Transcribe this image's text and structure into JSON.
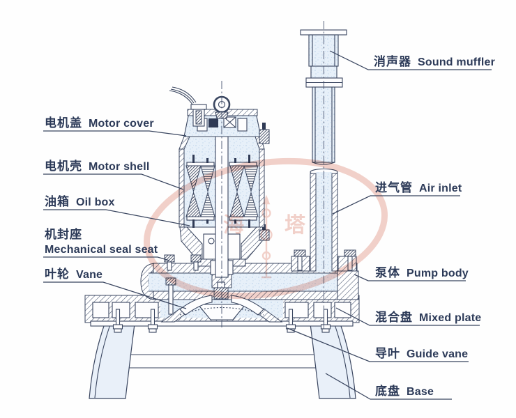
{
  "diagram": {
    "type": "pump-cross-section",
    "labels": {
      "left": [
        {
          "id": "motor-cover",
          "zh": "电机盖",
          "en": "Motor cover"
        },
        {
          "id": "motor-shell",
          "zh": "电机壳",
          "en": "Motor shell"
        },
        {
          "id": "oil-box",
          "zh": "油箱",
          "en": "Oil box"
        },
        {
          "id": "mechanical-seal-seat",
          "zh": "机封座",
          "en": "Mechanical seal seat"
        },
        {
          "id": "vane",
          "zh": "叶轮",
          "en": "Vane"
        }
      ],
      "right": [
        {
          "id": "sound-muffler",
          "zh": "消声器",
          "en": "Sound muffler"
        },
        {
          "id": "air-inlet",
          "zh": "进气管",
          "en": "Air inlet"
        },
        {
          "id": "pump-body",
          "zh": "泵体",
          "en": "Pump body"
        },
        {
          "id": "mixed-plate",
          "zh": "混合盘",
          "en": "Mixed plate"
        },
        {
          "id": "guide-vane",
          "zh": "导叶",
          "en": "Guide vane"
        },
        {
          "id": "base",
          "zh": "底盘",
          "en": "Base"
        }
      ]
    },
    "watermark": {
      "char_left": "海",
      "char_right": "塔"
    },
    "colors": {
      "line": "#3a4660",
      "section_fill": "#e7f0f9",
      "watermark": "#e0907f",
      "text": "#2c3a58",
      "background": "#fefefe"
    }
  }
}
